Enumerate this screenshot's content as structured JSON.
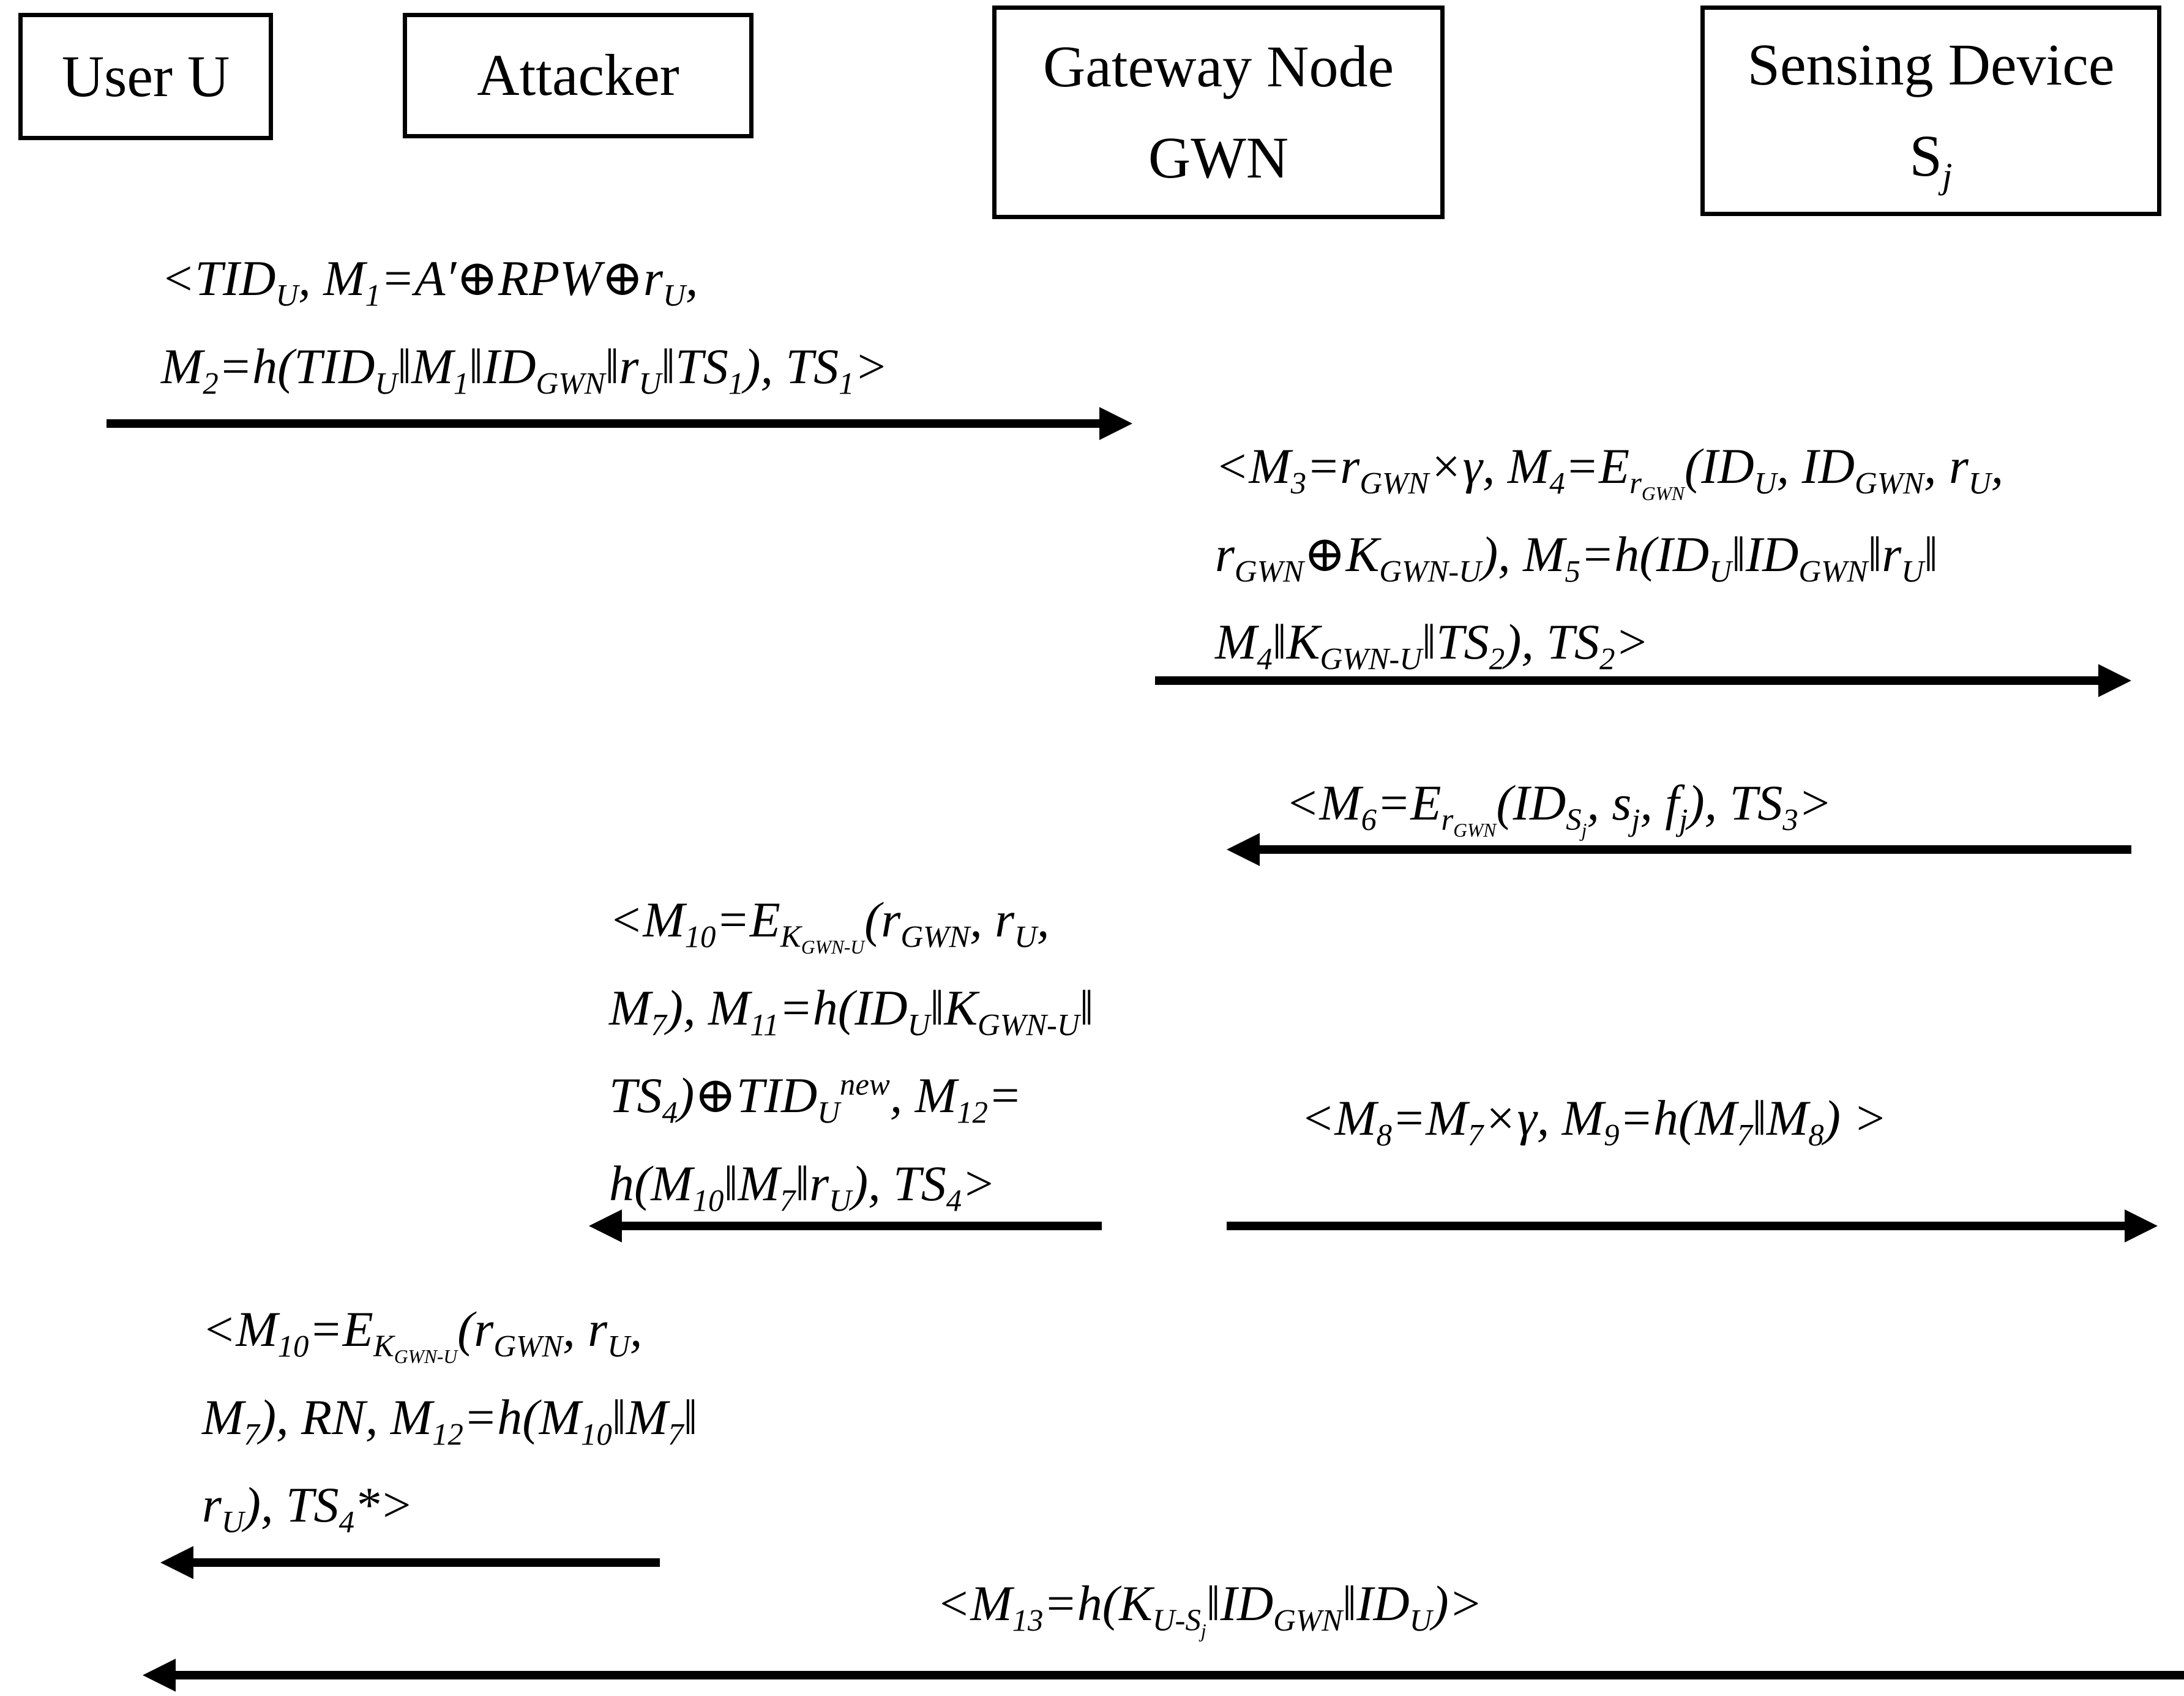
{
  "colors": {
    "ink": "#000000",
    "paper": "#ffffff"
  },
  "participants": [
    {
      "key": "user-u",
      "lines": [
        "User U"
      ]
    },
    {
      "key": "attacker",
      "lines": [
        "Attacker"
      ]
    },
    {
      "key": "gateway-node",
      "lines": [
        "Gateway Node",
        "GWN"
      ]
    },
    {
      "key": "sensing-device",
      "lines": [
        "Sensing Device",
        "S_{j}"
      ]
    }
  ],
  "messages": [
    {
      "key": "user-to-gwn",
      "from": "User U",
      "to": "Gateway Node GWN",
      "direction": "right",
      "lines": [
        "<TID_{U}, M_{1}=A′⊕RPW⊕r_{U},",
        "M_{2}=h(TID_{U}‖M_{1}‖ID_{GWN}‖r_{U}‖TS_{1}), TS_{1}>"
      ]
    },
    {
      "key": "gwn-to-sensor-auth",
      "from": "Gateway Node GWN",
      "to": "Sensing Device Sj",
      "direction": "right",
      "lines": [
        "<M_{3}=r_{GWN}×γ, M_{4}=E_{r_{GWN}}(ID_{U}, ID_{GWN}, r_{U},",
        "r_{GWN}⊕K_{GWN-U}), M_{5}=h(ID_{U}‖ID_{GWN}‖r_{U}‖",
        "M_{4}‖K_{GWN-U}‖TS_{2}), TS_{2}>"
      ]
    },
    {
      "key": "sensor-to-gwn",
      "from": "Sensing Device Sj",
      "to": "Gateway Node GWN",
      "direction": "left",
      "lines": [
        "<M_{6}=E_{r_{GWN}}(ID_{S_{j}}, s_{j}, f_{j}), TS_{3}>"
      ]
    },
    {
      "key": "gwn-to-attacker",
      "from": "Gateway Node GWN",
      "to": "Attacker",
      "direction": "left",
      "lines": [
        "<M_{10}=E_{K_{GWN-U}}(r_{GWN}, r_{U},",
        "M_{7}), M_{11}=h(ID_{U}‖K_{GWN-U}‖",
        "TS_{4})⊕TID_{U}^{new}, M_{12}=",
        "h(M_{10}‖M_{7}‖r_{U}), TS_{4}>"
      ]
    },
    {
      "key": "gwn-to-sensor-confirm",
      "from": "Gateway Node GWN",
      "to": "Sensing Device Sj",
      "direction": "right",
      "lines": [
        "<M_{8}=M_{7}×γ, M_{9}=h(M_{7}‖M_{8}) >"
      ]
    },
    {
      "key": "attacker-to-user",
      "from": "Attacker",
      "to": "User U",
      "direction": "left",
      "lines": [
        "<M_{10}=E_{K_{GWN-U}}(r_{GWN}, r_{U},",
        "M_{7}), RN, M_{12}=h(M_{10}‖M_{7}‖",
        "r_{U}), TS_{4}*>"
      ]
    },
    {
      "key": "sensor-to-user",
      "from": "Sensing Device Sj",
      "to": "User U",
      "direction": "left",
      "lines": [
        "<M_{13}=h(K_{U-S_{j}}‖ID_{GWN}‖ID_{U})>"
      ]
    }
  ]
}
